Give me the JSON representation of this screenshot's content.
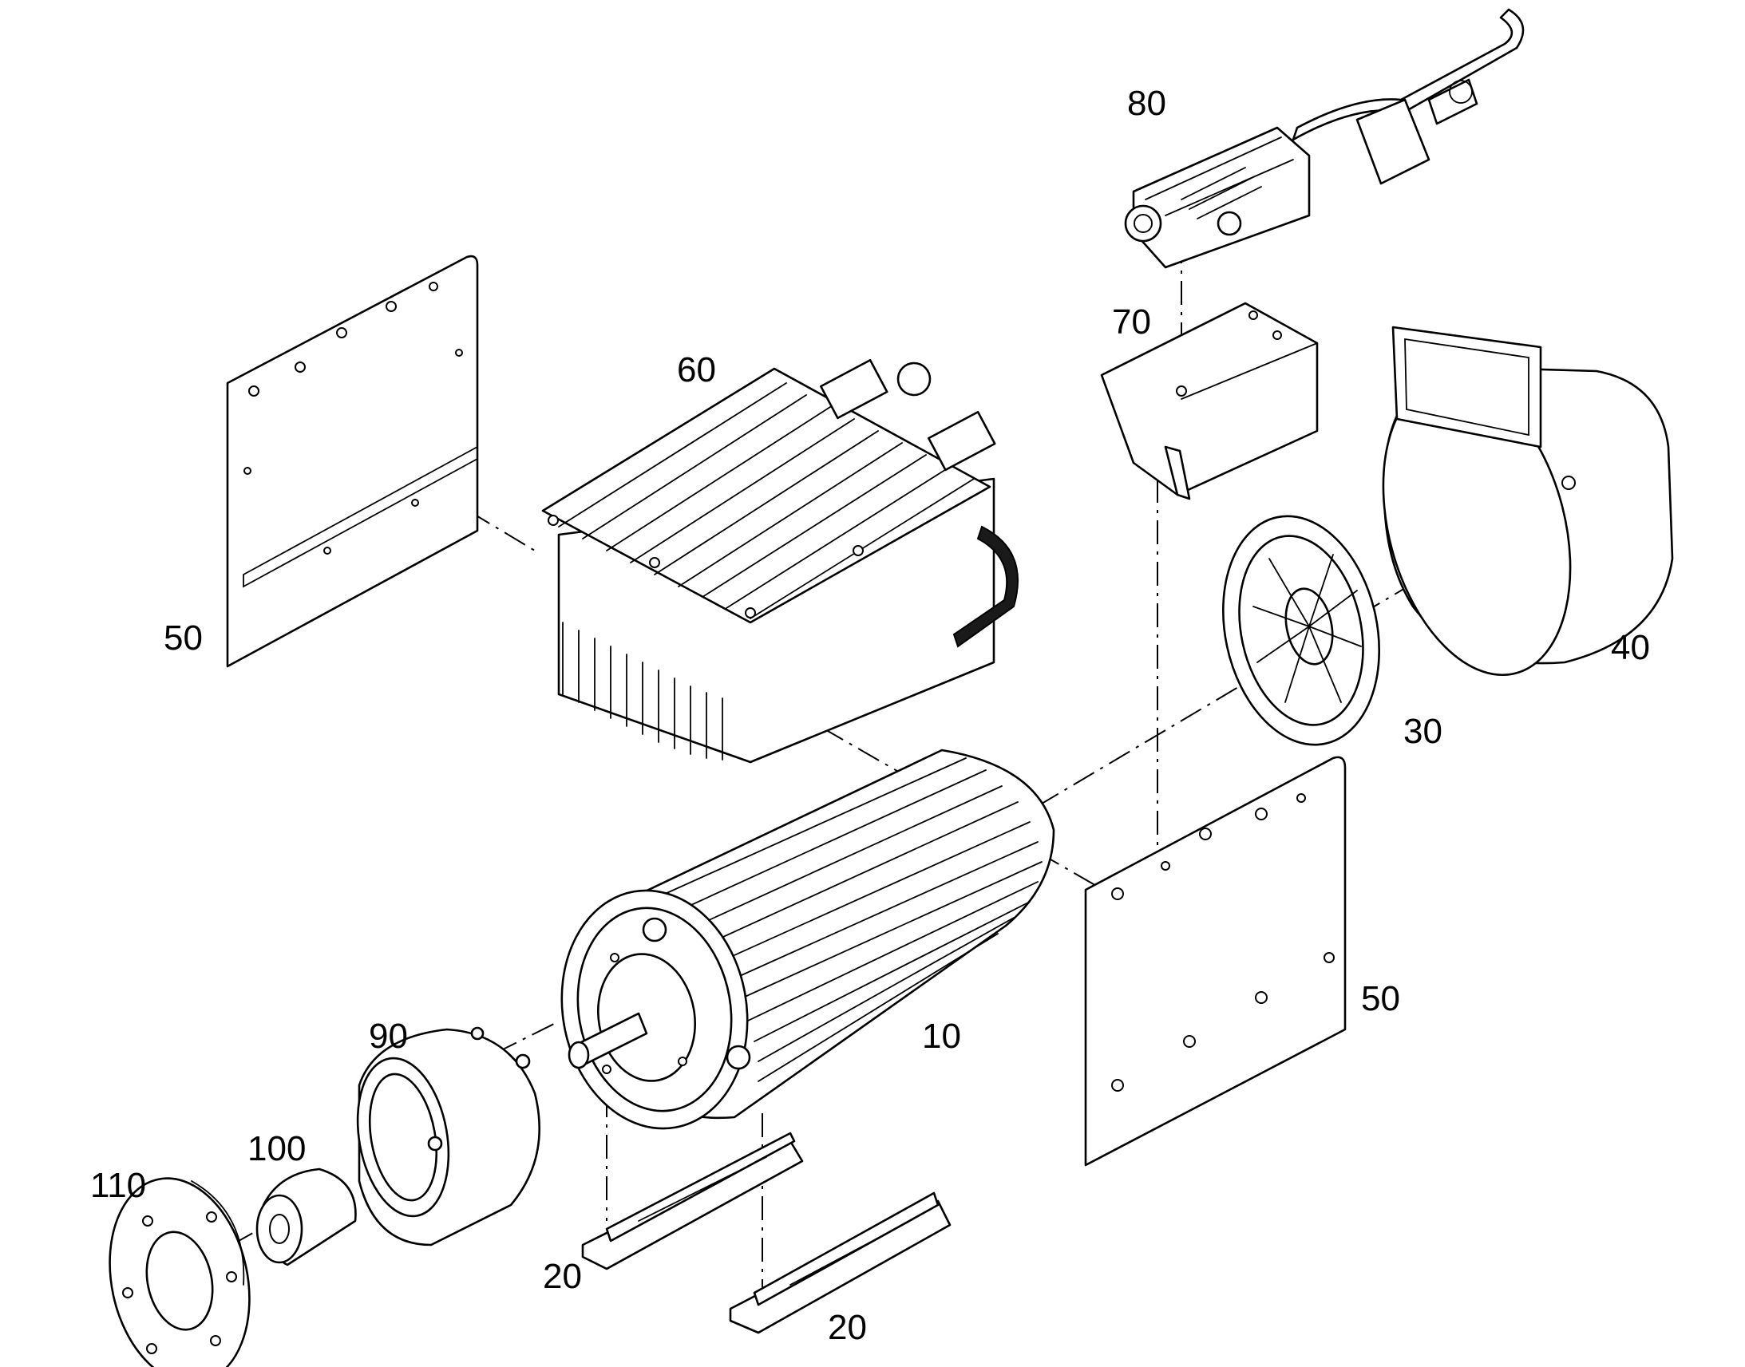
{
  "colors": {
    "line": "#000000",
    "background": "#ffffff"
  },
  "callouts": {
    "motor": "10",
    "foot_left": "20",
    "foot_right": "20",
    "fan": "30",
    "fan_cover": "40",
    "side_plate_left": "50",
    "side_plate_right": "50",
    "inverter": "60",
    "mounting_bracket": "70",
    "junction_box": "80",
    "adapter_flange": "90",
    "coupling": "100",
    "flange_plate": "110"
  }
}
